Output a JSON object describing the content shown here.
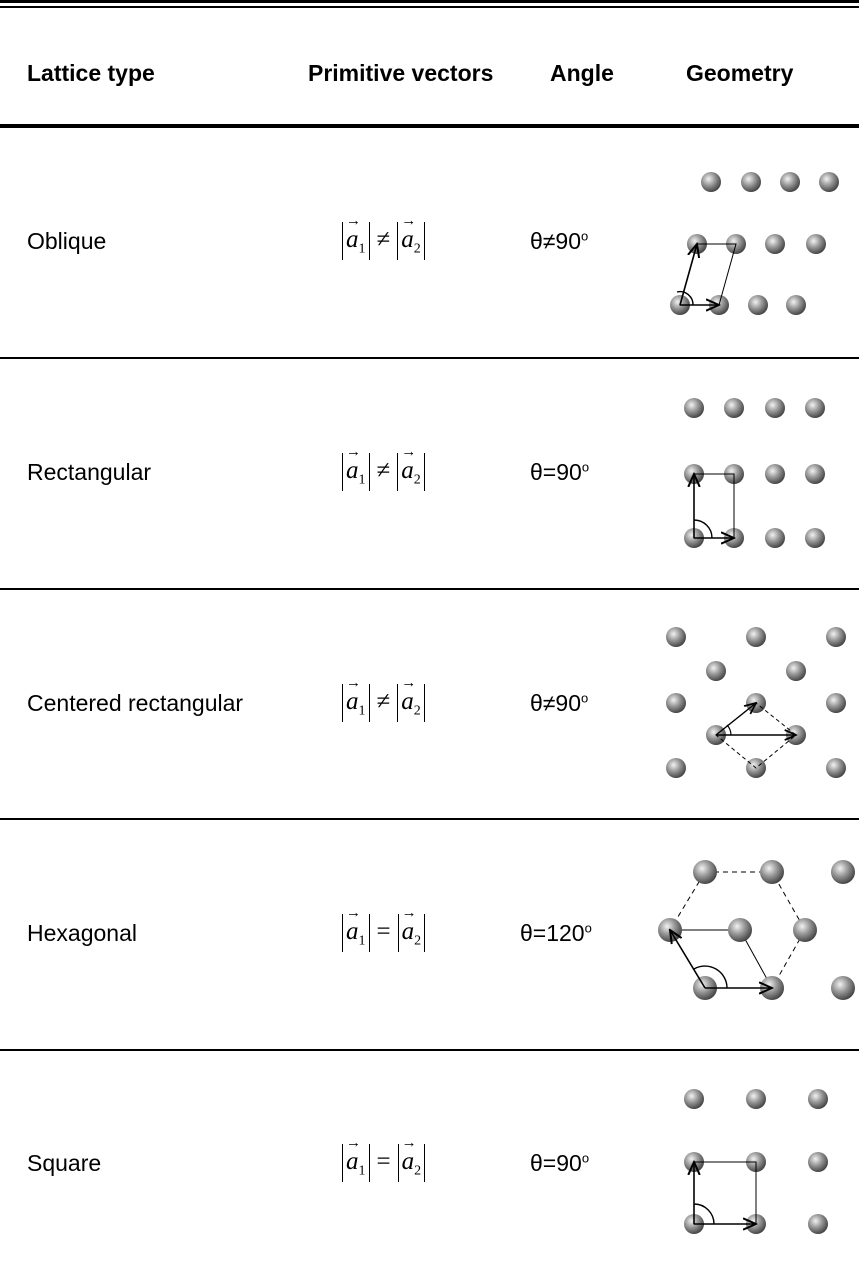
{
  "header": {
    "lattice_type": "Lattice type",
    "primitive_vectors": "Primitive vectors",
    "angle": "Angle",
    "geometry": "Geometry"
  },
  "rows": [
    {
      "name": "Oblique",
      "relation": "≠",
      "angle": "θ≠90",
      "angle_sup": "o"
    },
    {
      "name": "Rectangular",
      "relation": "≠",
      "angle": "θ=90",
      "angle_sup": "o"
    },
    {
      "name": "Centered rectangular",
      "relation": "≠",
      "angle": "θ≠90",
      "angle_sup": "o"
    },
    {
      "name": "Hexagonal",
      "relation": "=",
      "angle": "θ=120",
      "angle_sup": "o"
    },
    {
      "name": "Square",
      "relation": "=",
      "angle": "θ=90",
      "angle_sup": "o"
    }
  ],
  "formula": {
    "vector_symbol": "a",
    "index_1": "1",
    "index_2": "2"
  },
  "colors": {
    "atom_light": "#f2f2f2",
    "atom_mid": "#9a9a9a",
    "atom_dark": "#3c3c3c",
    "rule": "#000000"
  }
}
